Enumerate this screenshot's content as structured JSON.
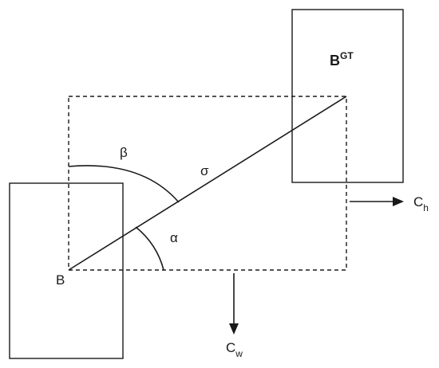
{
  "labels": {
    "box_b": "B",
    "box_gt": "B",
    "box_gt_sup": "GT",
    "sigma": "σ",
    "alpha": "α",
    "beta": "β",
    "ch_main": "C",
    "ch_sub": "h",
    "cw_main": "C",
    "cw_sub": "w"
  },
  "colors": {
    "stroke": "#1a1a1a",
    "background": "#ffffff"
  }
}
